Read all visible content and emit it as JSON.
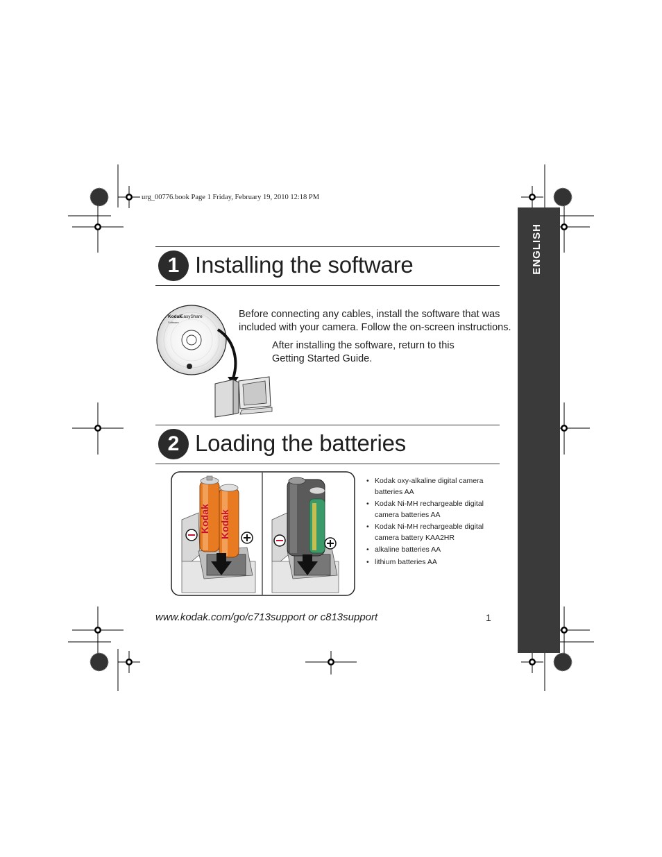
{
  "header_info": "urg_00776.book  Page 1  Friday, February 19, 2010  12:18 PM",
  "side_tab": "ENGLISH",
  "section1": {
    "number": "1",
    "title": "Installing the software",
    "paragraph1_line1": "Before connecting any cables, install the software that was",
    "paragraph1_line2": "included with your camera. Follow the on-screen instructions.",
    "paragraph2_line1": "After installing the software, return to this",
    "paragraph2_line2": "Getting Started Guide.",
    "cd_brand": "Kodak",
    "cd_product": "EasyShare",
    "cd_subtitle": "Software"
  },
  "section2": {
    "number": "2",
    "title": "Loading the batteries",
    "battery_brand": "Kodak",
    "bullets": [
      "Kodak oxy-alkaline digital camera batteries AA",
      "Kodak Ni-MH rechargeable digital camera batteries AA",
      "Kodak Ni-MH rechargeable digital camera battery KAA2HR",
      "alkaline batteries AA",
      "lithium batteries AA"
    ]
  },
  "footer": {
    "url": "www.kodak.com/go/c713support or c813support",
    "page_number": "1"
  },
  "colors": {
    "tab_bg": "#3a3a3a",
    "step_circle": "#2b2b2b",
    "battery_orange": "#e87a22",
    "battery_gray": "#5a5a5a",
    "battery_green": "#3b9a6a"
  }
}
